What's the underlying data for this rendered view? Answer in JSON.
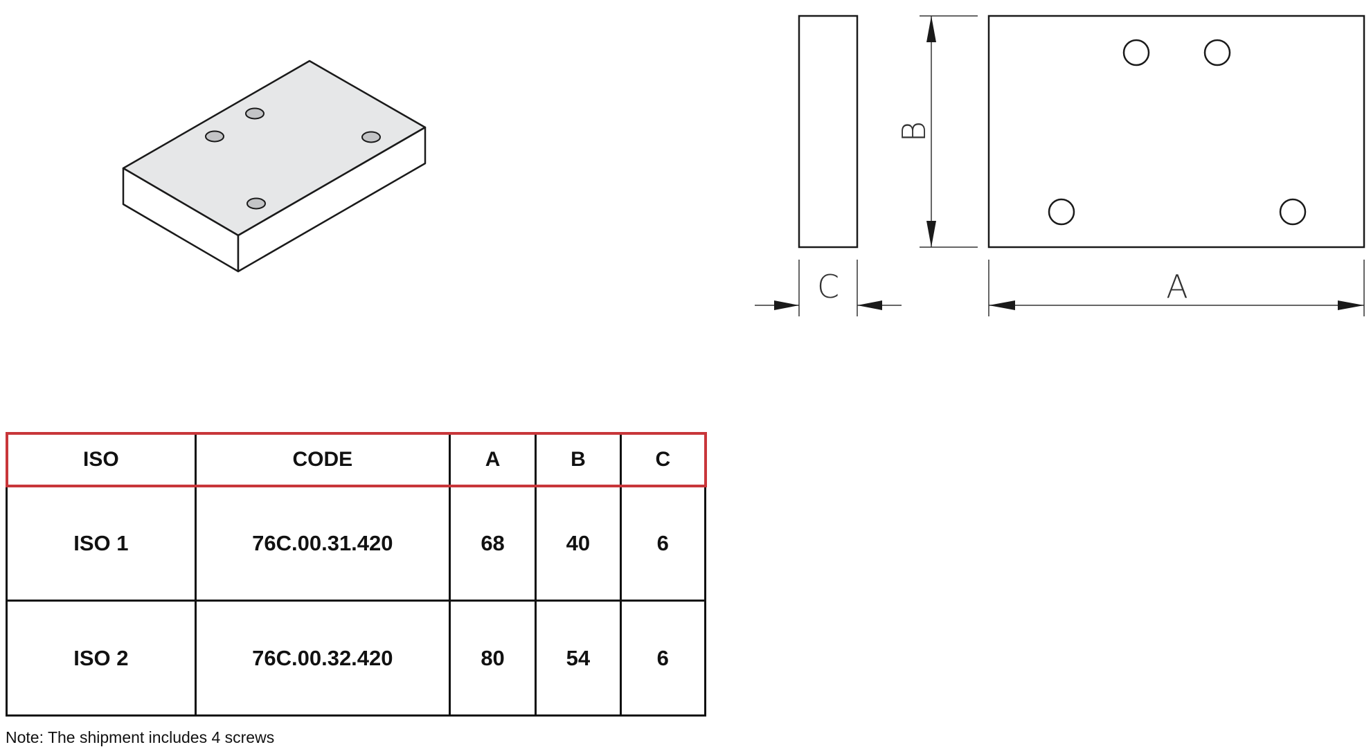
{
  "dimension_labels": {
    "a": "A",
    "b": "B",
    "c": "C"
  },
  "table": {
    "headers": [
      "ISO",
      "CODE",
      "A",
      "B",
      "C"
    ],
    "rows": [
      [
        "ISO 1",
        "76C.00.31.420",
        "68",
        "40",
        "6"
      ],
      [
        "ISO 2",
        "76C.00.32.420",
        "80",
        "54",
        "6"
      ]
    ],
    "header_outline_color": "#c8363a"
  },
  "note": "Note: The shipment includes 4 screws",
  "colors": {
    "plate_top": "#e6e7e8",
    "plate_side": "#ffffff",
    "hole_fill": "#c3c4c6",
    "line": "#1a1a1a",
    "dimension_line": "#333333"
  }
}
